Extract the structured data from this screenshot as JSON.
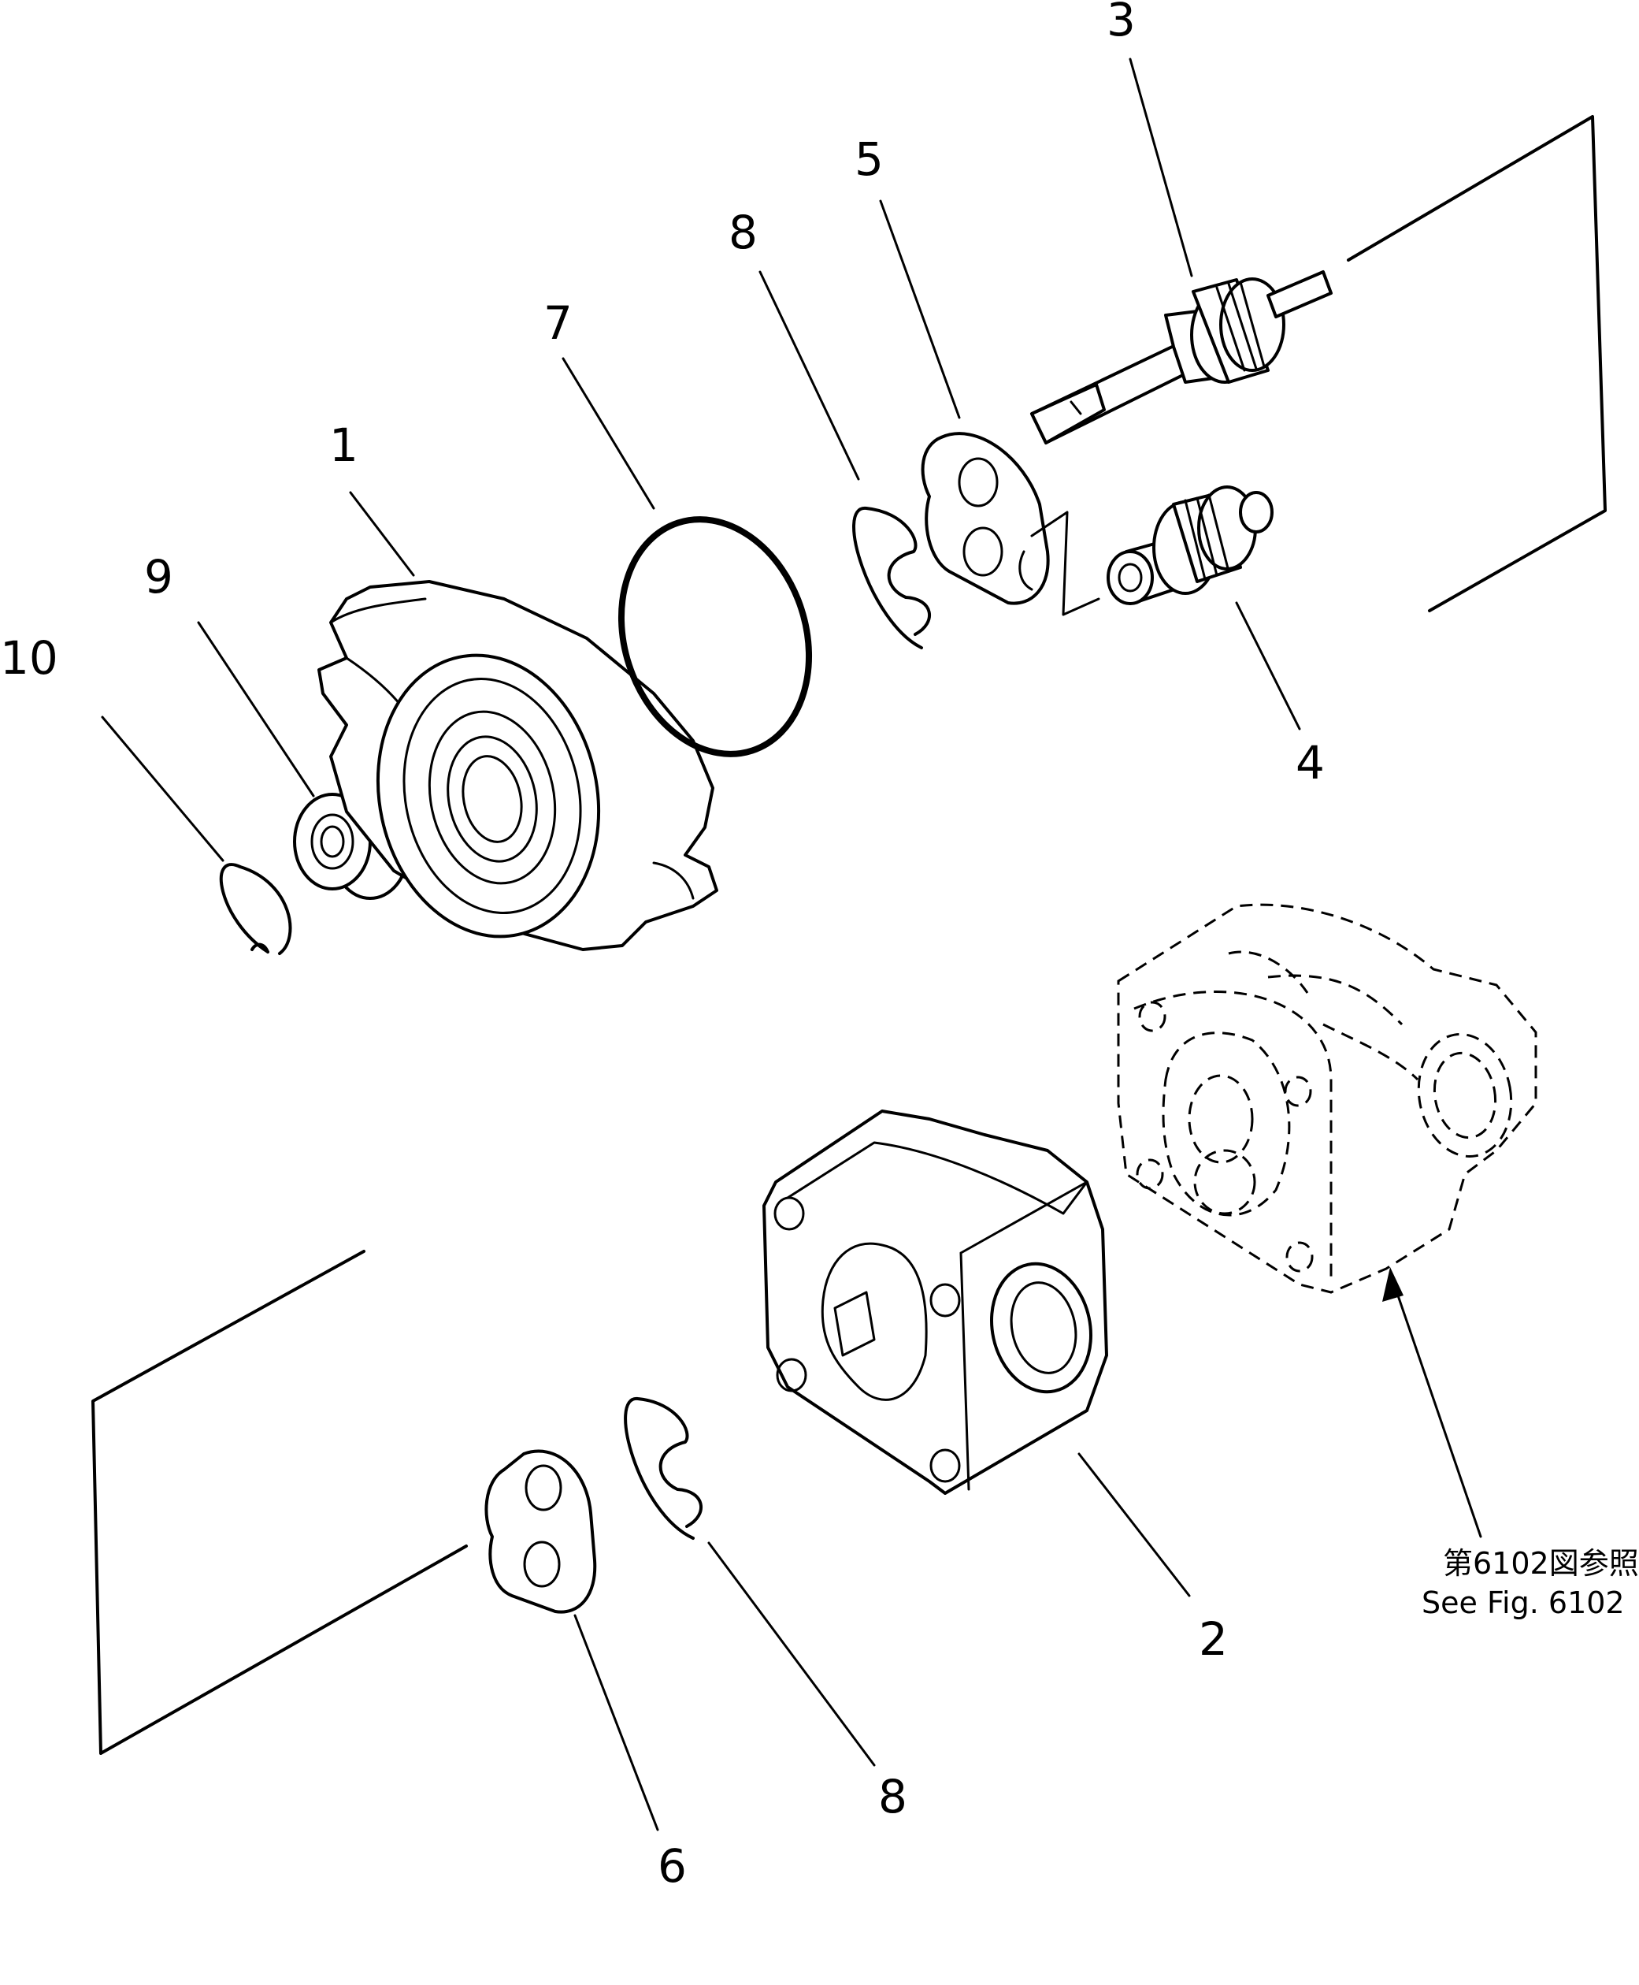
{
  "callouts": {
    "c1": "1",
    "c2": "2",
    "c3": "3",
    "c4": "4",
    "c5": "5",
    "c6": "6",
    "c7": "7",
    "c8_top": "8",
    "c8_bottom": "8",
    "c9": "9",
    "c10": "10"
  },
  "reference": {
    "line_jp": "第6102図参照",
    "line_en": "See Fig. 6102"
  }
}
